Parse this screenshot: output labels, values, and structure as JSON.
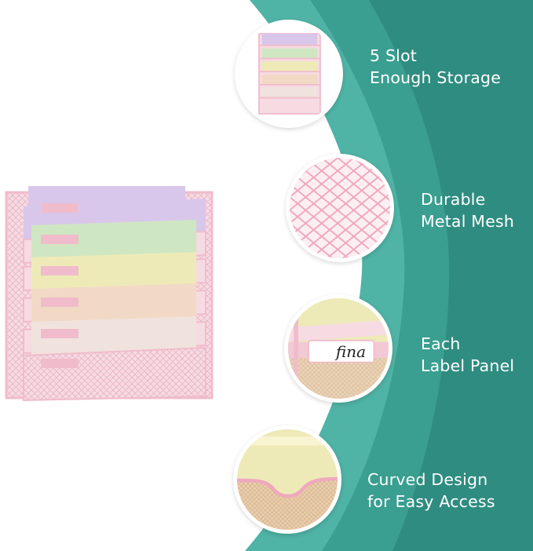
{
  "features": [
    {
      "line1": "5 Slot",
      "line2": "Enough Storage"
    },
    {
      "line1": "Durable",
      "line2": "Metal Mesh"
    },
    {
      "line1": "Each",
      "line2": "Label Panel"
    },
    {
      "line1": "Curved Design",
      "line2": "for Easy Access"
    }
  ],
  "label_text": "fina",
  "colors": {
    "teal_dark": "#2f8c80",
    "teal_light": "#4fb3a5",
    "pink_frame": "#f3c9d5",
    "folder_purple": "#d8c7ea",
    "folder_green": "#cfe6c2",
    "folder_yellow": "#eeeab8",
    "folder_peach": "#f2d9c5"
  }
}
